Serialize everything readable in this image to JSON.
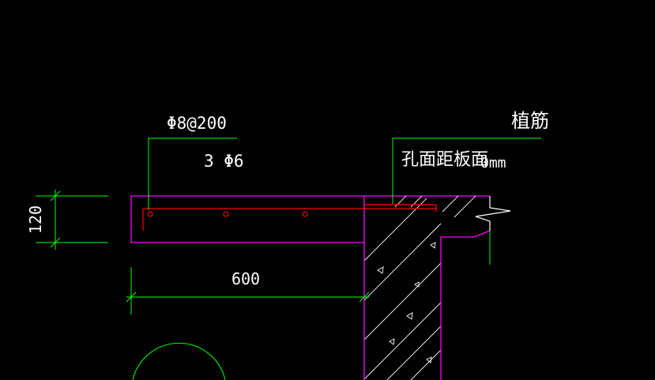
{
  "labels": {
    "rebar_top": "Φ8@200",
    "rebar_bars": "3 Φ6",
    "planting": "植筋",
    "hole_note": "孔面距板面",
    "hole_unit": "0mm",
    "dim_thickness": "120",
    "dim_length": "600"
  },
  "colors": {
    "background": "#000000",
    "slab_outline": "#ff00ff",
    "dimension": "#00ff00",
    "leader": "#00ff00",
    "reinforcement": "#ff0000",
    "hatch": "#ffffff",
    "text": "#ffffff"
  }
}
